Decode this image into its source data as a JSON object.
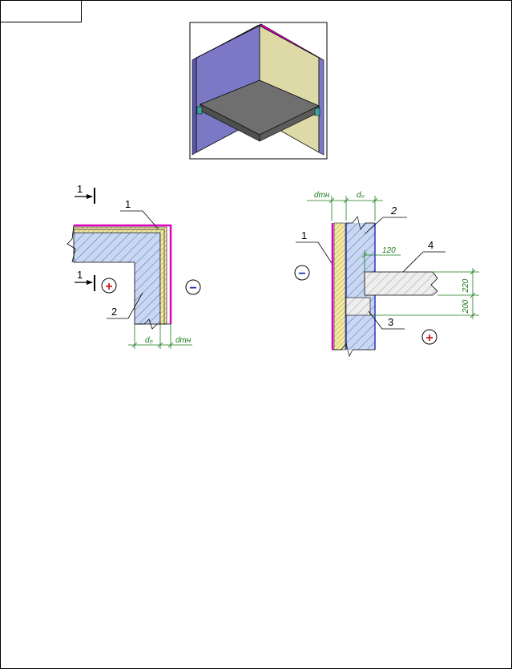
{
  "colors": {
    "outer_finish": "#e000c0",
    "insulation": "#f2e9a6",
    "wall": "#c9d8f0",
    "iso_wall_inner": "#7b78c6",
    "iso_wall_outer": "#dedaa8",
    "iso_slab": "#6f6f6f",
    "dimension": "#1a7a1a",
    "plus": "#d81b1b",
    "minus": "#1b2bb8"
  },
  "plan_section": {
    "section_mark_top": "1",
    "section_mark_bottom": "1",
    "callout_finish": "1",
    "callout_wall": "2",
    "sign_inside": "+",
    "sign_outside": "−",
    "dim_wall": "d₀",
    "dim_insulation": "dтн"
  },
  "vertical_section": {
    "dim_insulation": "dтн",
    "dim_wall": "d₀",
    "callout_finish": "1",
    "callout_wall": "2",
    "callout_insert": "3",
    "callout_slab": "4",
    "dim_120": "120",
    "dim_220": "220",
    "dim_200": "200",
    "sign_outside": "−",
    "sign_inside": "+"
  }
}
